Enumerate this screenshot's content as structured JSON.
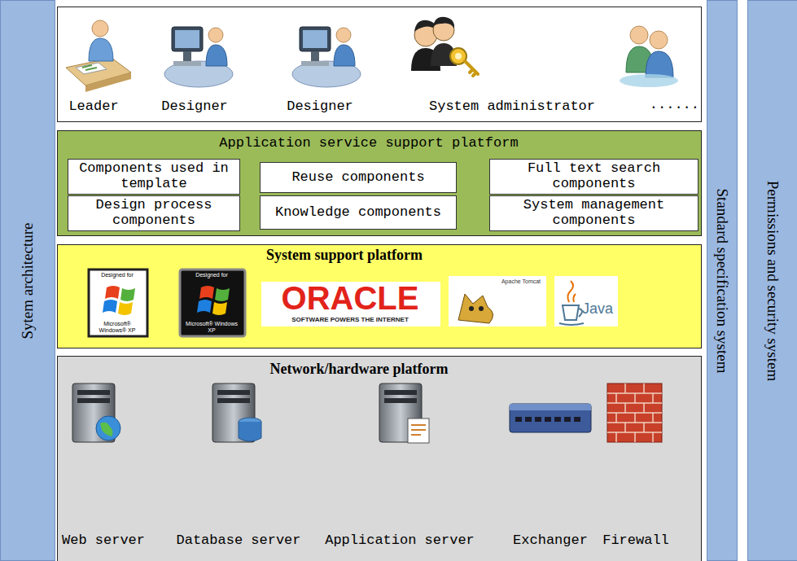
{
  "diagram": {
    "nodes": [
      {
        "text": [
          "Sytem architecture"
        ]
      },
      {
        "text": [
          "Leader",
          "Designer",
          "Designer",
          "System administrator",
          "......"
        ]
      },
      {
        "text": [
          "Application service support platform"
        ]
      },
      {
        "text": [
          "Components used in template"
        ],
        "in": 2
      },
      {
        "text": [
          "Reuse components"
        ],
        "in": 2
      },
      {
        "text": [
          "Full text search components"
        ],
        "in": 2
      },
      {
        "text": [
          "Design process components"
        ],
        "in": 2
      },
      {
        "text": [
          "Knowledge components"
        ],
        "in": 2
      },
      {
        "text": [
          "System management components"
        ],
        "in": 2
      },
      {
        "text": [
          "System support platform"
        ]
      },
      {
        "text": [
          "Network/hardware platform",
          "Web server",
          "Database server",
          "Application server",
          "Exchanger",
          "Firewall"
        ]
      },
      {
        "text": [
          "Standard specification system"
        ]
      },
      {
        "text": [
          "Permissions and security system"
        ]
      }
    ],
    "labels": [
      "Designed for",
      "Microsoft® Windows® XP",
      "Designed for",
      "Microsoft® Windows XP",
      "ORACLE",
      "SOFTWARE POWERS THE INTERNET",
      "Apache Tomcat",
      "Java"
    ]
  }
}
